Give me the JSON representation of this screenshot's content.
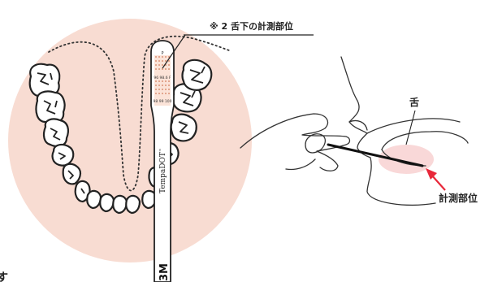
{
  "left_figure": {
    "callout_label": "※ 2 舌下の計測部位",
    "thermometer_brand": "TempaDOT",
    "thermometer_tm": "™",
    "thermometer_logo": "3M",
    "partial_caption": "す"
  },
  "right_figure": {
    "tongue_label": "舌",
    "site_label": "計測部位"
  },
  "colors": {
    "gum_circle": "#f8dcd2",
    "highlight": "#f4b8b8",
    "ink": "#222222",
    "arrow": "#e8283a",
    "dots": "#d27a5a"
  }
}
